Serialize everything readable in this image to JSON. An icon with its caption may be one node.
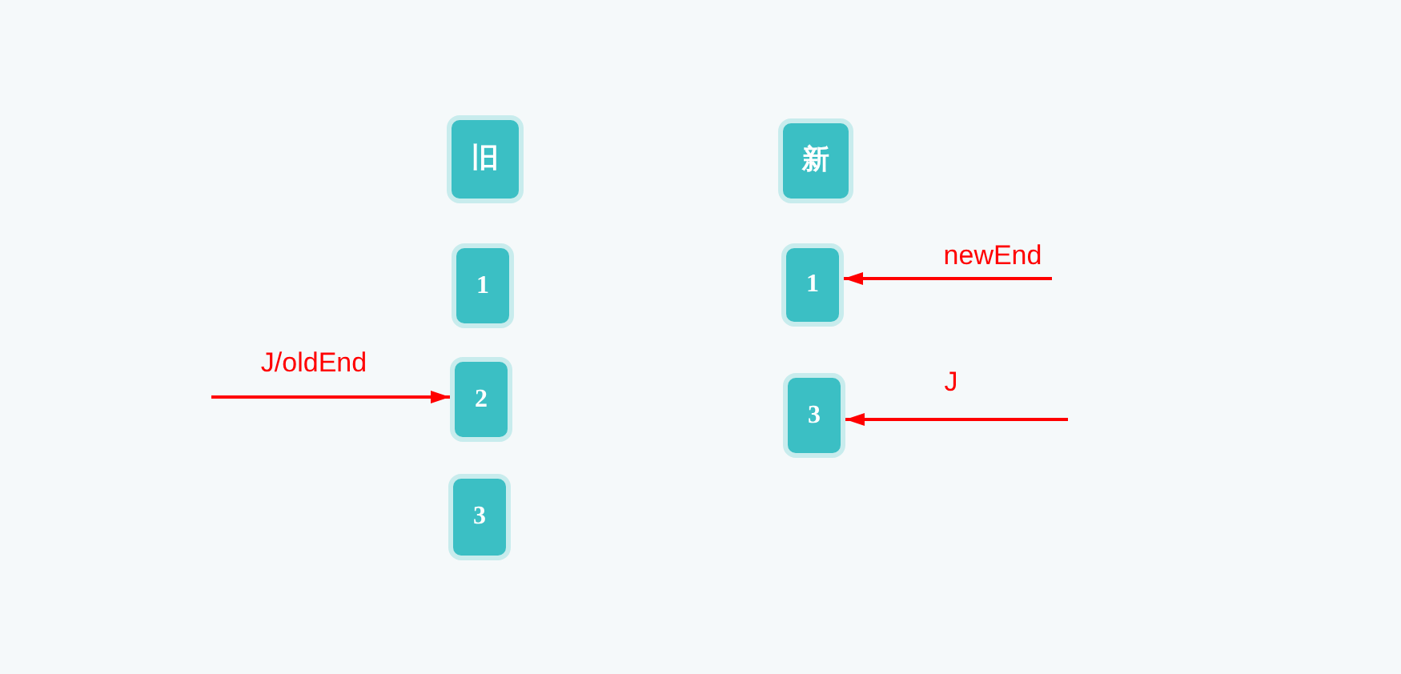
{
  "diagram": {
    "nodes": [
      {
        "text": [
          "旧"
        ]
      },
      {
        "text": [
          "1"
        ]
      },
      {
        "text": [
          "2"
        ]
      },
      {
        "text": [
          "3"
        ]
      },
      {
        "text": [
          "新"
        ]
      },
      {
        "text": [
          "1"
        ]
      },
      {
        "text": [
          "3"
        ]
      }
    ],
    "edges": [
      {
        "from": null,
        "to": 2,
        "arrow": "to",
        "label": "J/oldEnd"
      },
      {
        "from": null,
        "to": 5,
        "arrow": "to",
        "label": "newEnd"
      },
      {
        "from": null,
        "to": 6,
        "arrow": "to",
        "label": "J"
      }
    ]
  }
}
